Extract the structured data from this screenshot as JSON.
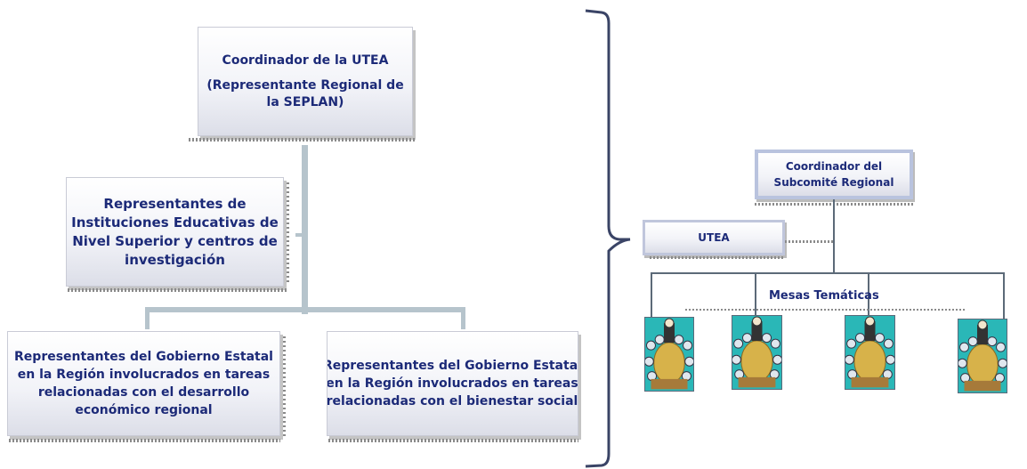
{
  "left": {
    "coordinator": {
      "line1": "Coordinador de la UTEA",
      "line2": "(Representante Regional de",
      "line3": "la SEPLAN)"
    },
    "institutions": {
      "lines": [
        "Representantes de",
        "Instituciones Educativas de",
        "Nivel Superior y centros de",
        "investigación"
      ]
    },
    "gov_economic": {
      "lines": [
        "Representantes del Gobierno Estatal",
        "en la Región involucrados  en tareas",
        "relacionadas  con el desarrollo",
        "económico regional"
      ]
    },
    "gov_welfare": {
      "lines": [
        "Representantes del Gobierno Estatal",
        "en la Región involucrados  en tareas",
        "relacionadas  con el bienestar social"
      ]
    }
  },
  "right": {
    "coordinator": {
      "line1": "Coordinador del",
      "line2": "Subcomité Regional"
    },
    "utea": "UTEA",
    "mesas": "Mesas Temáticas"
  },
  "colors": {
    "text": "#1c2a78",
    "connector": "#b6c4cc",
    "bracket": "#3a4466",
    "meeting_bg": "#2ab7b7"
  },
  "icons": [
    "meeting-table-icon",
    "meeting-table-icon",
    "meeting-table-icon",
    "meeting-table-icon"
  ]
}
